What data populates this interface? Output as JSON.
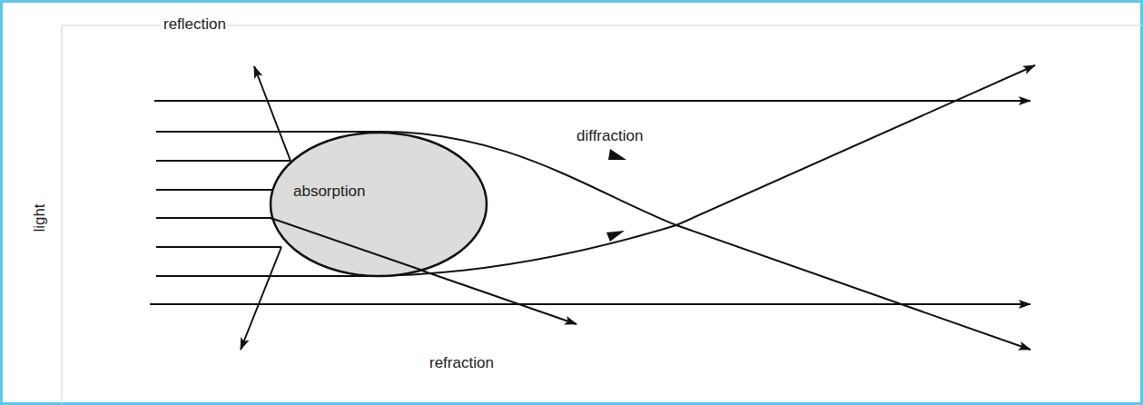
{
  "diagram": {
    "nodes": [
      {
        "text": [
          "absorption"
        ]
      }
    ],
    "labels": [
      "reflection",
      "diffraction",
      "refraction",
      "light"
    ]
  }
}
